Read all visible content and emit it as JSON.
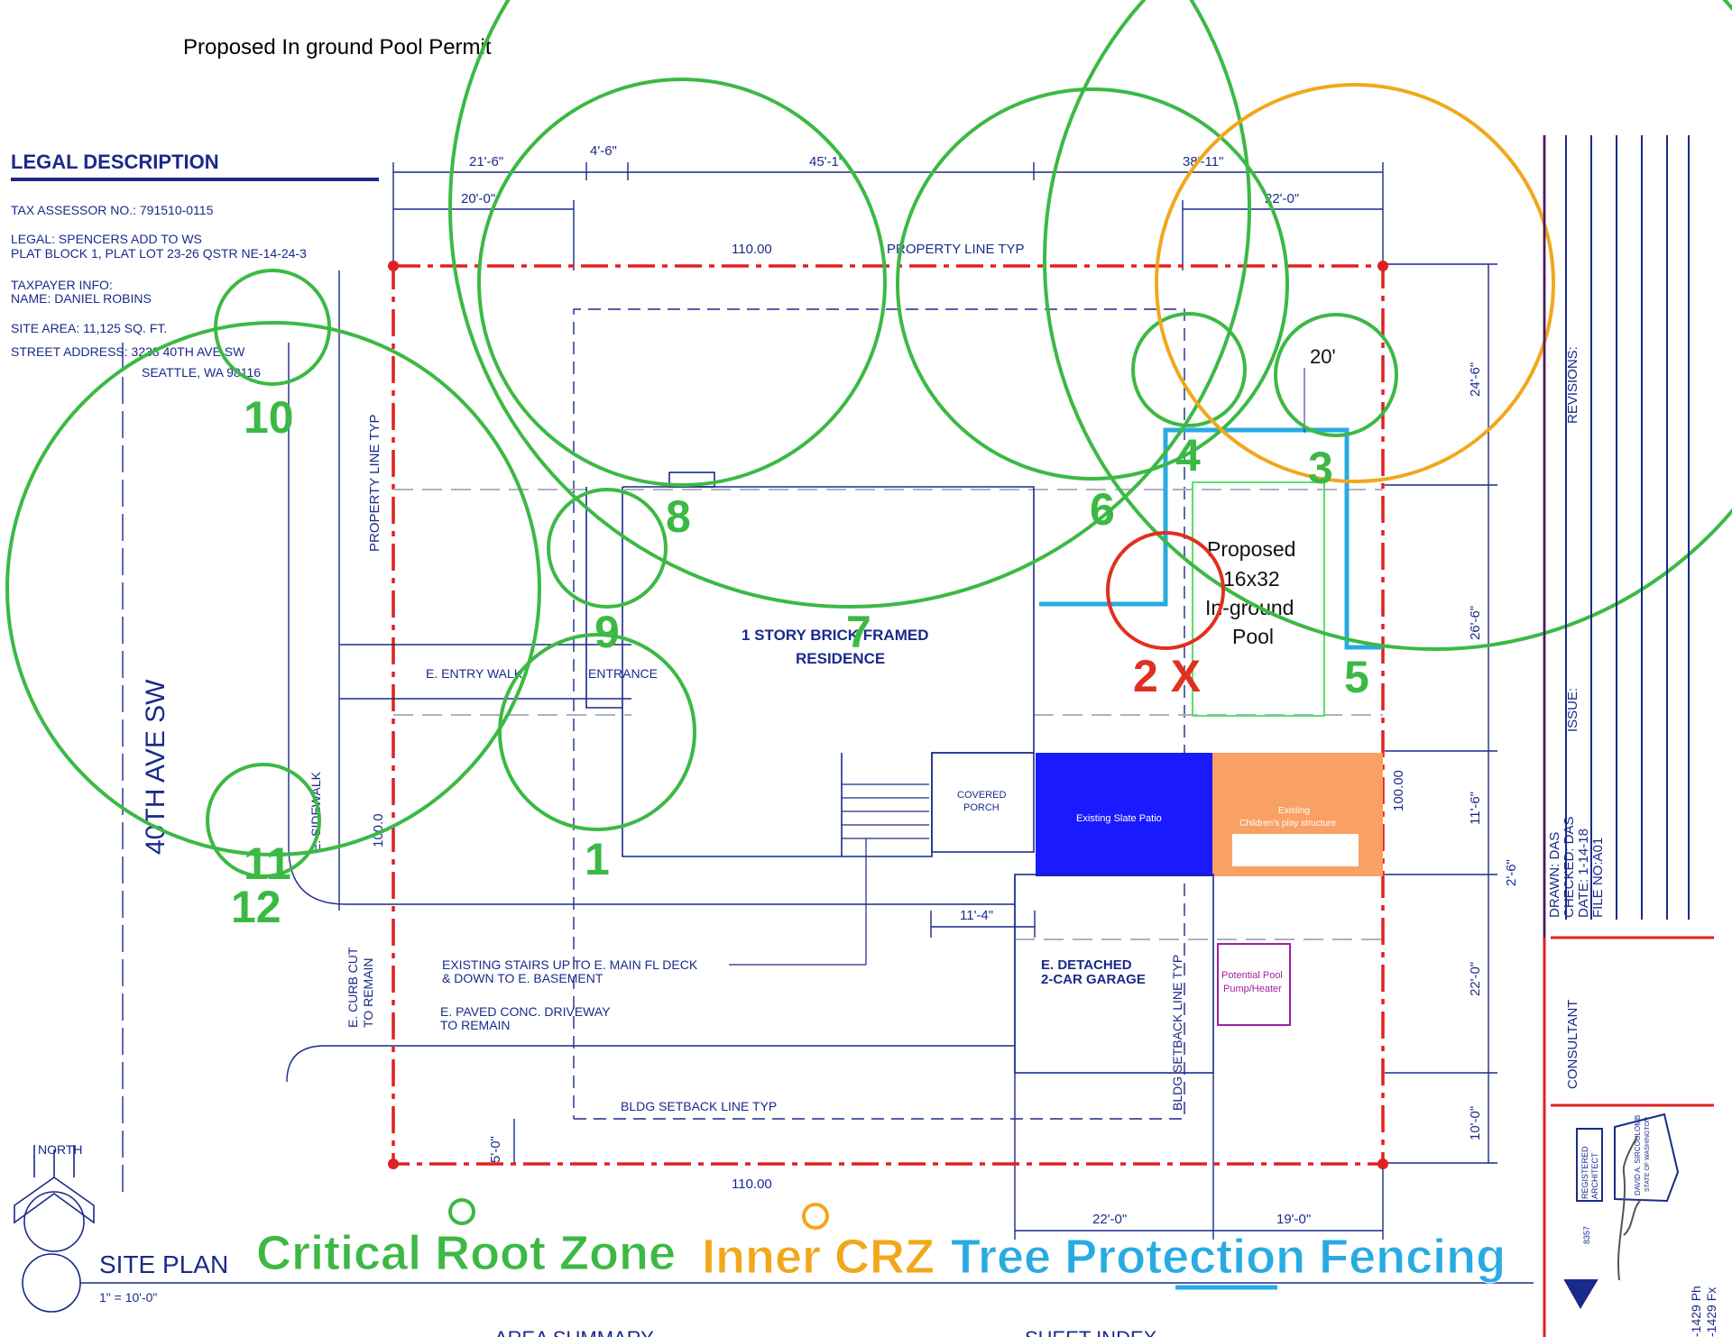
{
  "header": {
    "title": "Proposed In ground Pool Permit"
  },
  "legal": {
    "heading": "LEGAL DESCRIPTION",
    "tax_assessor": "TAX ASSESSOR NO.:   791510-0115",
    "legal_line1": "LEGAL:   SPENCERS ADD TO WS",
    "legal_line2": "PLAT BLOCK 1, PLAT LOT 23-26   QSTR NE-14-24-3",
    "taxpayer_info": "TAXPAYER INFO:",
    "taxpayer_name": "NAME:   DANIEL ROBINS",
    "site_area": "SITE AREA:   11,125 SQ. FT.",
    "street_address": "STREET ADDRESS:   3238 40TH AVE SW",
    "city": "SEATTLE, WA   98116"
  },
  "dimensions": {
    "top_21_6": "21'-6\"",
    "top_4_6": "4'-6\"",
    "top_45": "45'-1\"",
    "top_38_11": "38'-11\"",
    "top_20_0": "20'-0\"",
    "top_22_0": "22'-0\"",
    "prop_top": "110.00",
    "prop_bottom": "110.00",
    "prop_right": "100.00",
    "prop_left": "100.0",
    "right_24_6": "24'-6\"",
    "right_26_6": "26'-6\"",
    "right_11_6": "11'-6\"",
    "right_2_6": "2'-6\"",
    "right_22_0": "22'-0\"",
    "right_10_0": "10'-0\"",
    "porch_11_4": "11'-4\"",
    "setback_5_0": "5'-0\"",
    "bottom_22_0": "22'-0\"",
    "bottom_19_0": "19'-0\"",
    "radius_20": "20'"
  },
  "plan_labels": {
    "property_line_top": "PROPERTY LINE TYP",
    "property_line_left": "PROPERTY LINE TYP",
    "street": "40TH AVE SW",
    "sidewalk": "E. SIDEWALK",
    "residence_1": "1 STORY BRICK FRAMED",
    "residence_2": "RESIDENCE",
    "entry_walk": "E. ENTRY WALK",
    "entrance": "ENTRANCE",
    "covered_porch_1": "COVERED",
    "covered_porch_2": "PORCH",
    "slate_patio": "Existing Slate Patio",
    "play_1": "Existing",
    "play_2": "Children's play structure",
    "pool_1": "Proposed",
    "pool_2": "16x32",
    "pool_3": "In-ground",
    "pool_4": "Pool",
    "garage_1": "E. DETACHED",
    "garage_2": "2-CAR GARAGE",
    "pump_1": "Potential Pool",
    "pump_2": "Pump/Heater",
    "stairs_1": "EXISTING STAIRS UP TO E. MAIN FL DECK",
    "stairs_2": "& DOWN TO E. BASEMENT",
    "driveway_1": "E. PAVED CONC. DRIVEWAY",
    "driveway_2": "TO REMAIN",
    "curb_1": "E. CURB CUT",
    "curb_2": "TO REMAIN",
    "setback_bottom": "BLDG SETBACK LINE TYP",
    "setback_vertical": "BLDG SETBACK LINE TYP",
    "north": "NORTH",
    "site_plan": "SITE PLAN",
    "scale": "1\" = 10'-0\"",
    "area_summary": "AREA SUMMARY",
    "sheet_index": "SHEET INDEX"
  },
  "trees": {
    "t1": "1",
    "t2": "2 X",
    "t3": "3",
    "t4": "4",
    "t5": "5",
    "t6": "6",
    "t7": "7",
    "t8": "8",
    "t9": "9",
    "t10": "10",
    "t11": "11",
    "t12": "12"
  },
  "legend": {
    "crz": "Critical Root Zone",
    "inner_crz": "Inner CRZ",
    "fencing": "Tree Protection Fencing"
  },
  "title_block": {
    "revisions": "REVISIONS:",
    "issue": "ISSUE:",
    "drawn": "DRAWN:   DAS",
    "checked": "CHECKED: DAS",
    "date": "DATE:   1-14-18",
    "file_no": "FILE NO:A01",
    "consultant": "CONSULTANT",
    "stamp_1": "REGISTERED",
    "stamp_2": "ARCHITECT",
    "stamp_3": "DAVID A. SIRCOULOMB",
    "stamp_4": "STATE OF WASHINGTON",
    "stamp_num": "8357",
    "phone": "-1429 Ph",
    "fax": "-1429 Fx"
  },
  "colors": {
    "crz": "#3cb944",
    "inner_crz": "#f2a71b",
    "fencing": "#29abe2",
    "removed": "#e0301e",
    "property_line": "#e02020",
    "linework": "#1a2a8a",
    "patio": "#1a1aff",
    "play": "#f9a064",
    "pump": "#a020a0"
  }
}
